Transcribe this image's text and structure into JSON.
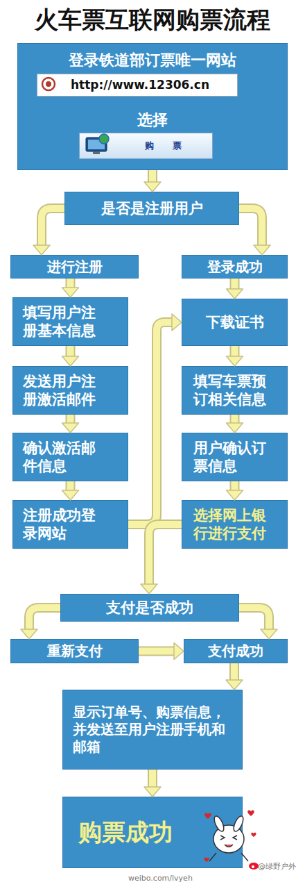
{
  "diagram": {
    "title": "火车票互联网购票流程",
    "nodes": [
      {
        "text": [
          "登录铁道部订票唯一网站",
          "选择"
        ]
      },
      {
        "text": [
          "http://www.12306.cn"
        ],
        "in": 0
      },
      {
        "text": [
          "购 票"
        ],
        "in": 0
      },
      {
        "text": [
          "是否是注册用户"
        ]
      },
      {
        "text": [
          "进行注册"
        ]
      },
      {
        "text": [
          "登录成功"
        ]
      },
      {
        "text": [
          "填写用户注册基本信息"
        ]
      },
      {
        "text": [
          "发送用户注册激活邮件"
        ]
      },
      {
        "text": [
          "确认激活邮件信息"
        ]
      },
      {
        "text": [
          "注册成功登录网站"
        ]
      },
      {
        "text": [
          "下载证书"
        ]
      },
      {
        "text": [
          "填写车票预订相关信息"
        ]
      },
      {
        "text": [
          "用户确认订票信息"
        ]
      },
      {
        "text": [
          "选择网上银行进行支付"
        ]
      },
      {
        "text": [
          "支付是否成功"
        ]
      },
      {
        "text": [
          "重新支付"
        ]
      },
      {
        "text": [
          "支付成功"
        ]
      },
      {
        "text": [
          "显示订单号、购票信息，并发送至用户注册手机和邮箱"
        ]
      },
      {
        "text": [
          "购票成功"
        ]
      }
    ],
    "edges": [
      {
        "from": 0,
        "to": 3,
        "arrow": "to"
      },
      {
        "from": 3,
        "to": 4,
        "arrow": "to"
      },
      {
        "from": 3,
        "to": 5,
        "arrow": "to"
      },
      {
        "from": 4,
        "to": 6,
        "arrow": "to"
      },
      {
        "from": 6,
        "to": 7,
        "arrow": "to"
      },
      {
        "from": 7,
        "to": 8,
        "arrow": "to"
      },
      {
        "from": 8,
        "to": 9,
        "arrow": "to"
      },
      {
        "from": 9,
        "to": 10,
        "arrow": "to"
      },
      {
        "from": 5,
        "to": 10,
        "arrow": "to"
      },
      {
        "from": 10,
        "to": 11,
        "arrow": "to"
      },
      {
        "from": 11,
        "to": 12,
        "arrow": "to"
      },
      {
        "from": 12,
        "to": 13,
        "arrow": "to"
      },
      {
        "from": 13,
        "to": 14,
        "arrow": "to"
      },
      {
        "from": 14,
        "to": 15,
        "arrow": "to"
      },
      {
        "from": 14,
        "to": 16,
        "arrow": "to"
      },
      {
        "from": 15,
        "to": 16,
        "arrow": "to"
      },
      {
        "from": 16,
        "to": 17,
        "arrow": "to"
      },
      {
        "from": 17,
        "to": 18,
        "arrow": "to"
      }
    ],
    "labels": [
      "@绿野户外",
      "weibo.com/lvyeh"
    ]
  }
}
